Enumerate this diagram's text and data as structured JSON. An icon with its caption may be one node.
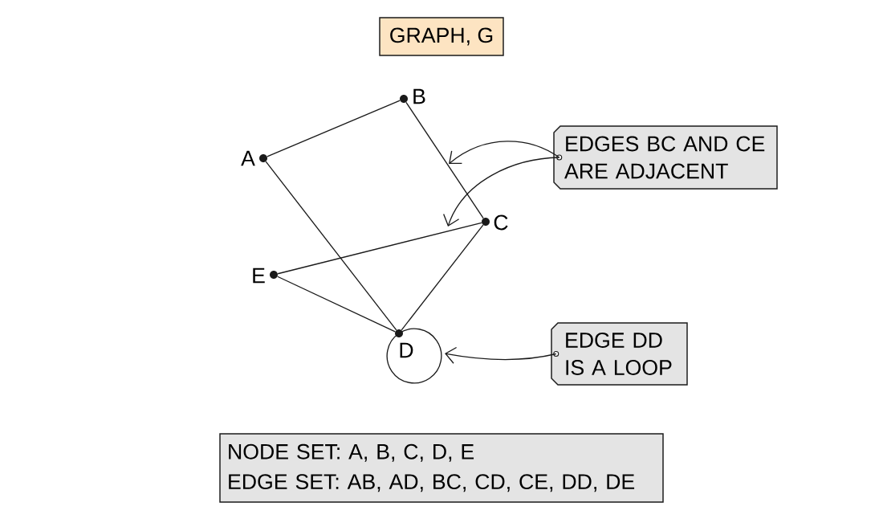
{
  "diagram": {
    "title": "GRAPH, G",
    "nodes": [
      {
        "text": [
          "A"
        ]
      },
      {
        "text": [
          "B"
        ]
      },
      {
        "text": [
          "C"
        ]
      },
      {
        "text": [
          "D"
        ]
      },
      {
        "text": [
          "E"
        ]
      },
      {
        "text": [
          "EDGES BC AND CE ARE ADJACENT"
        ]
      },
      {
        "text": [
          "EDGE DD IS A LOOP"
        ]
      },
      {
        "text": [
          "NODE SET: A, B, C, D, E",
          "EDGE SET: AB, AD, BC, CD, CE, DD, DE"
        ]
      }
    ],
    "edges": [
      {
        "from": 0,
        "to": 1,
        "arrow": "none"
      },
      {
        "from": 0,
        "to": 3,
        "arrow": "none"
      },
      {
        "from": 1,
        "to": 2,
        "arrow": "none"
      },
      {
        "from": 2,
        "to": 3,
        "arrow": "none"
      },
      {
        "from": 2,
        "to": 4,
        "arrow": "none"
      },
      {
        "from": 3,
        "to": 3,
        "arrow": "none"
      },
      {
        "from": 3,
        "to": 4,
        "arrow": "none"
      },
      {
        "from": 5,
        "to": null,
        "arrow": "to"
      },
      {
        "from": 5,
        "to": null,
        "arrow": "to"
      },
      {
        "from": 6,
        "to": null,
        "arrow": "to"
      }
    ]
  }
}
